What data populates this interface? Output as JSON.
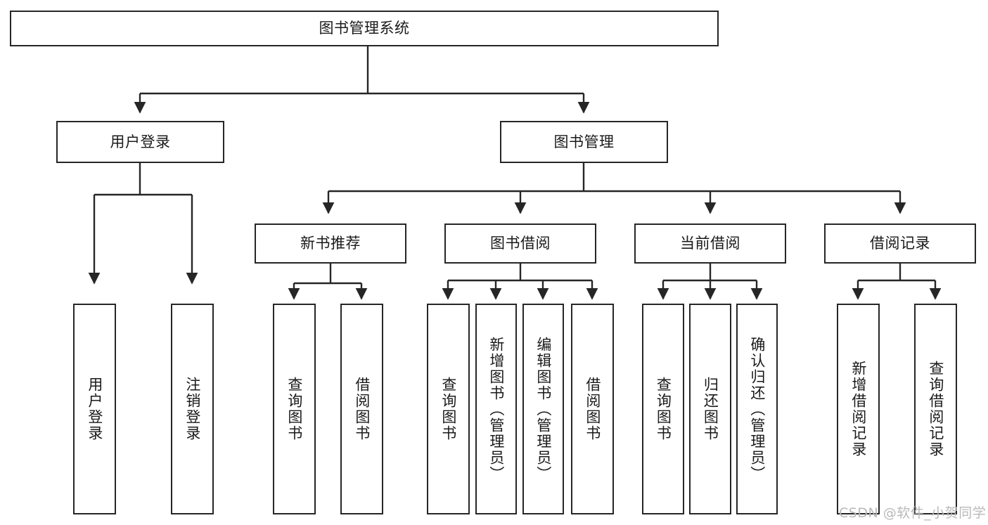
{
  "diagram": {
    "title_node": {
      "label": "图书管理系统"
    },
    "level2": [
      {
        "id": "user-login",
        "label": "用户登录"
      },
      {
        "id": "book-management",
        "label": "图书管理"
      }
    ],
    "level3": [
      {
        "id": "new-book-recommend",
        "label": "新书推荐"
      },
      {
        "id": "book-borrow",
        "label": "图书借阅"
      },
      {
        "id": "current-borrow",
        "label": "当前借阅"
      },
      {
        "id": "borrow-record",
        "label": "借阅记录"
      }
    ],
    "leaves": [
      {
        "id": "leaf-user-login",
        "label": "用户登录",
        "parent": "user-login"
      },
      {
        "id": "leaf-logout-login",
        "label": "注销登录",
        "parent": "user-login"
      },
      {
        "id": "leaf-query-book-1",
        "label": "查询图书",
        "parent": "new-book-recommend"
      },
      {
        "id": "leaf-borrow-book-1",
        "label": "借阅图书",
        "parent": "new-book-recommend"
      },
      {
        "id": "leaf-query-book-2",
        "label": "查询图书",
        "parent": "book-borrow"
      },
      {
        "id": "leaf-add-book",
        "label": "新增图书（管理员）",
        "parent": "book-borrow"
      },
      {
        "id": "leaf-edit-book",
        "label": "编辑图书（管理员）",
        "parent": "book-borrow"
      },
      {
        "id": "leaf-borrow-book-2",
        "label": "借阅图书",
        "parent": "book-borrow"
      },
      {
        "id": "leaf-query-book-3",
        "label": "查询图书",
        "parent": "current-borrow"
      },
      {
        "id": "leaf-return-book",
        "label": "归还图书",
        "parent": "current-borrow"
      },
      {
        "id": "leaf-confirm-return",
        "label": "确认归还（管理员）",
        "parent": "current-borrow"
      },
      {
        "id": "leaf-add-record",
        "label": "新增借阅记录",
        "parent": "borrow-record"
      },
      {
        "id": "leaf-query-record",
        "label": "查询借阅记录",
        "parent": "borrow-record"
      }
    ]
  },
  "watermark": {
    "text": "CSDN @软件_小贺同学"
  },
  "colors": {
    "stroke": "#262626",
    "fill": "#ffffff",
    "text": "#1a1a1a",
    "watermark": "#b9b9b9"
  }
}
